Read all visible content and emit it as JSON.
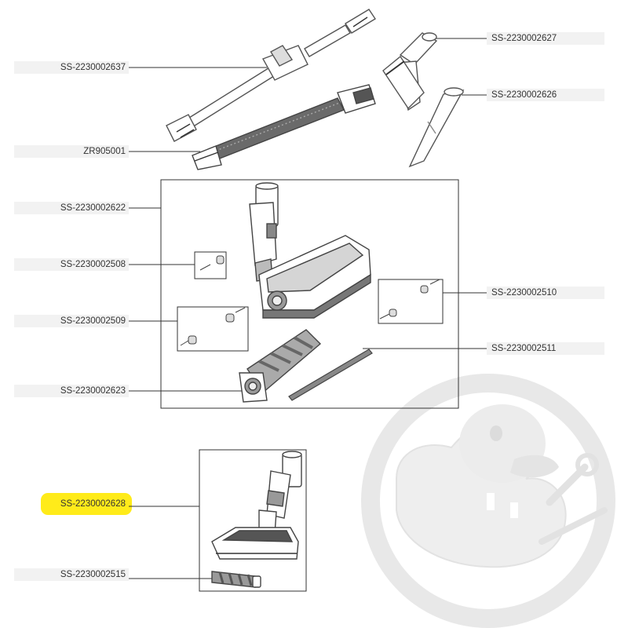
{
  "labels": {
    "l_2637": "SS-2230002637",
    "l_zr": "ZR905001",
    "l_2622": "SS-2230002622",
    "l_2508": "SS-2230002508",
    "l_2509": "SS-2230002509",
    "l_2623": "SS-2230002623",
    "l_2628": "SS-2230002628",
    "l_2515": "SS-2230002515",
    "r_2627": "SS-2230002627",
    "r_2626": "SS-2230002626",
    "r_2510": "SS-2230002510",
    "r_2511": "SS-2230002511"
  },
  "highlighted_part": "SS-2230002628",
  "colors": {
    "highlight": "#ffeb1a",
    "line": "#333333",
    "part_outline": "#555555",
    "watermark": "#e6e6e6",
    "label_bg": "#f2f2f2"
  },
  "icons": {
    "watermark": "duck-mechanic-logo"
  }
}
